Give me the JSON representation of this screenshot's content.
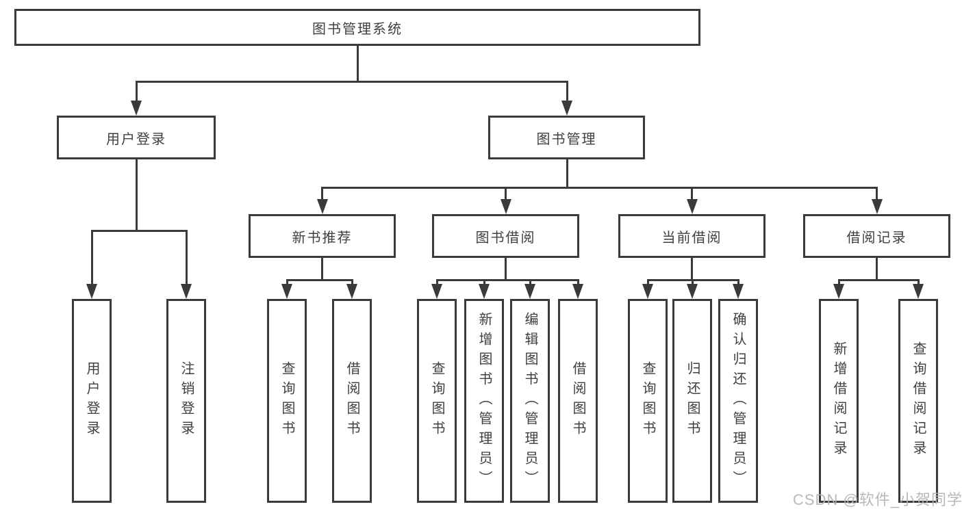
{
  "diagram": {
    "root": {
      "label": "图书管理系统"
    },
    "level2": [
      {
        "label": "用户登录"
      },
      {
        "label": "图书管理"
      }
    ],
    "level3": [
      {
        "label": "新书推荐"
      },
      {
        "label": "图书借阅"
      },
      {
        "label": "当前借阅"
      },
      {
        "label": "借阅记录"
      }
    ],
    "leaves": {
      "user_login_group": [
        "用户登录",
        "注销登录"
      ],
      "new_book_group": [
        "查询图书",
        "借阅图书"
      ],
      "book_borrow_group": [
        "查询图书",
        "新增图书（管理员）",
        "编辑图书（管理员）",
        "借阅图书"
      ],
      "current_borrow_group": [
        "查询图书",
        "归还图书",
        "确认归还（管理员）"
      ],
      "record_group": [
        "新增借阅记录",
        "查询借阅记录"
      ]
    }
  },
  "watermark": {
    "text": "CSDN @软件_小贺同学"
  },
  "colors": {
    "line": "#3a3a3a",
    "text": "#3f3f3f",
    "watermark": "#b3b3b3",
    "background": "#ffffff"
  }
}
